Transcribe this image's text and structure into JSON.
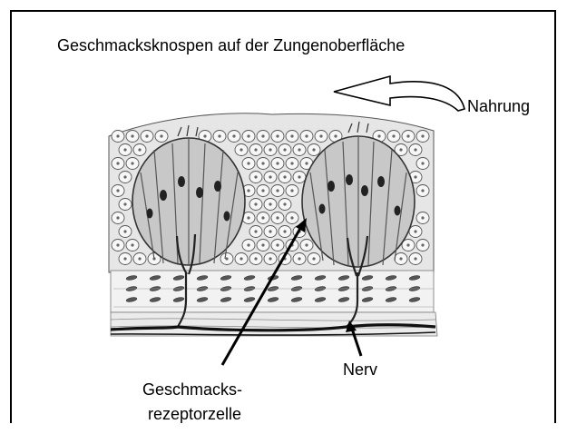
{
  "diagram": {
    "title": "Geschmacksknospen auf der  Zungenoberfläche",
    "labels": {
      "food": "Nahrung",
      "nerve": "Nerv",
      "receptor_line1": "Geschmacks-",
      "receptor_line2": "rezeptorzelle"
    },
    "colors": {
      "line": "#000000",
      "tissue_fill": "#e6e6e6",
      "bud_fill": "#c8c8c8",
      "cell_outline": "#555555"
    }
  }
}
